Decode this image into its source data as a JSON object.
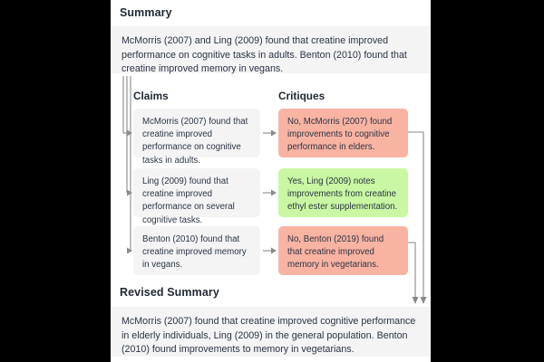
{
  "summary": {
    "title": "Summary",
    "text": "McMorris (2007) and Ling (2009) found that creatine improved performance on cognitive tasks in adults. Benton (2010) found that creatine improved memory in vegans."
  },
  "columns": {
    "claims_header": "Claims",
    "critiques_header": "Critiques"
  },
  "claims": [
    {
      "text": "McMorris (2007) found that creatine improved performance on cognitive tasks in adults."
    },
    {
      "text": "Ling (2009) found that creatine improved performance on several cognitive tasks."
    },
    {
      "text": "Benton (2010) found that creatine improved memory in vegans."
    }
  ],
  "critiques": [
    {
      "text": "No, McMorris (2007) found improvements to cognitive performance in elders.",
      "verdict": "no",
      "color": "#f9b3a3"
    },
    {
      "text": "Yes, Ling (2009) notes improvements from creatine ethyl ester supplementation.",
      "verdict": "yes",
      "color": "#c9f7a3"
    },
    {
      "text": "No, Benton (2019) found that creatine improved memory in vegetarians.",
      "verdict": "no",
      "color": "#f9b3a3"
    }
  ],
  "revised_summary": {
    "title": "Revised Summary",
    "text": "McMorris (2007) found that creatine improved cognitive performance in elderly individuals, Ling (2009) in the general population. Benton (2010) found improvements to memory in vegetarians."
  },
  "theme": {
    "page_background": "#000000",
    "content_background": "#ffffff",
    "panel_background": "#f4f4f5",
    "connector_color": "#8a8a8a",
    "text_color": "#2a3442"
  }
}
